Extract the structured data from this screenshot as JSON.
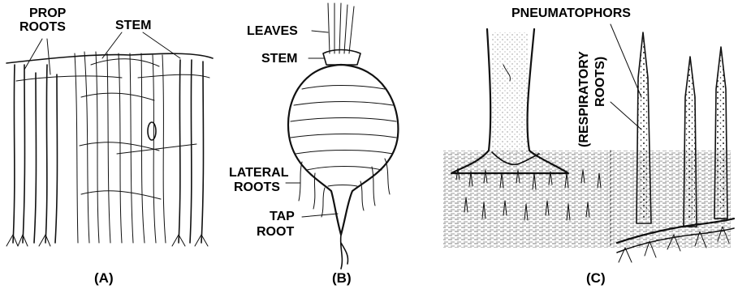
{
  "panel_a": {
    "labels": {
      "prop_roots_line1": "PROP",
      "prop_roots_line2": "ROOTS",
      "stem": "STEM"
    },
    "caption": "(A)"
  },
  "panel_b": {
    "labels": {
      "leaves": "LEAVES",
      "stem": "STEM",
      "lateral_roots_line1": "LATERAL",
      "lateral_roots_line2": "ROOTS",
      "tap_root_line1": "TAP",
      "tap_root_line2": "ROOT"
    },
    "caption": "(B)"
  },
  "panel_c": {
    "labels": {
      "pneumatophors": "PNEUMATOPHORS",
      "respiratory_line1": "(RESPIRATORY",
      "respiratory_line2": "ROOTS)"
    },
    "caption": "(C)"
  }
}
